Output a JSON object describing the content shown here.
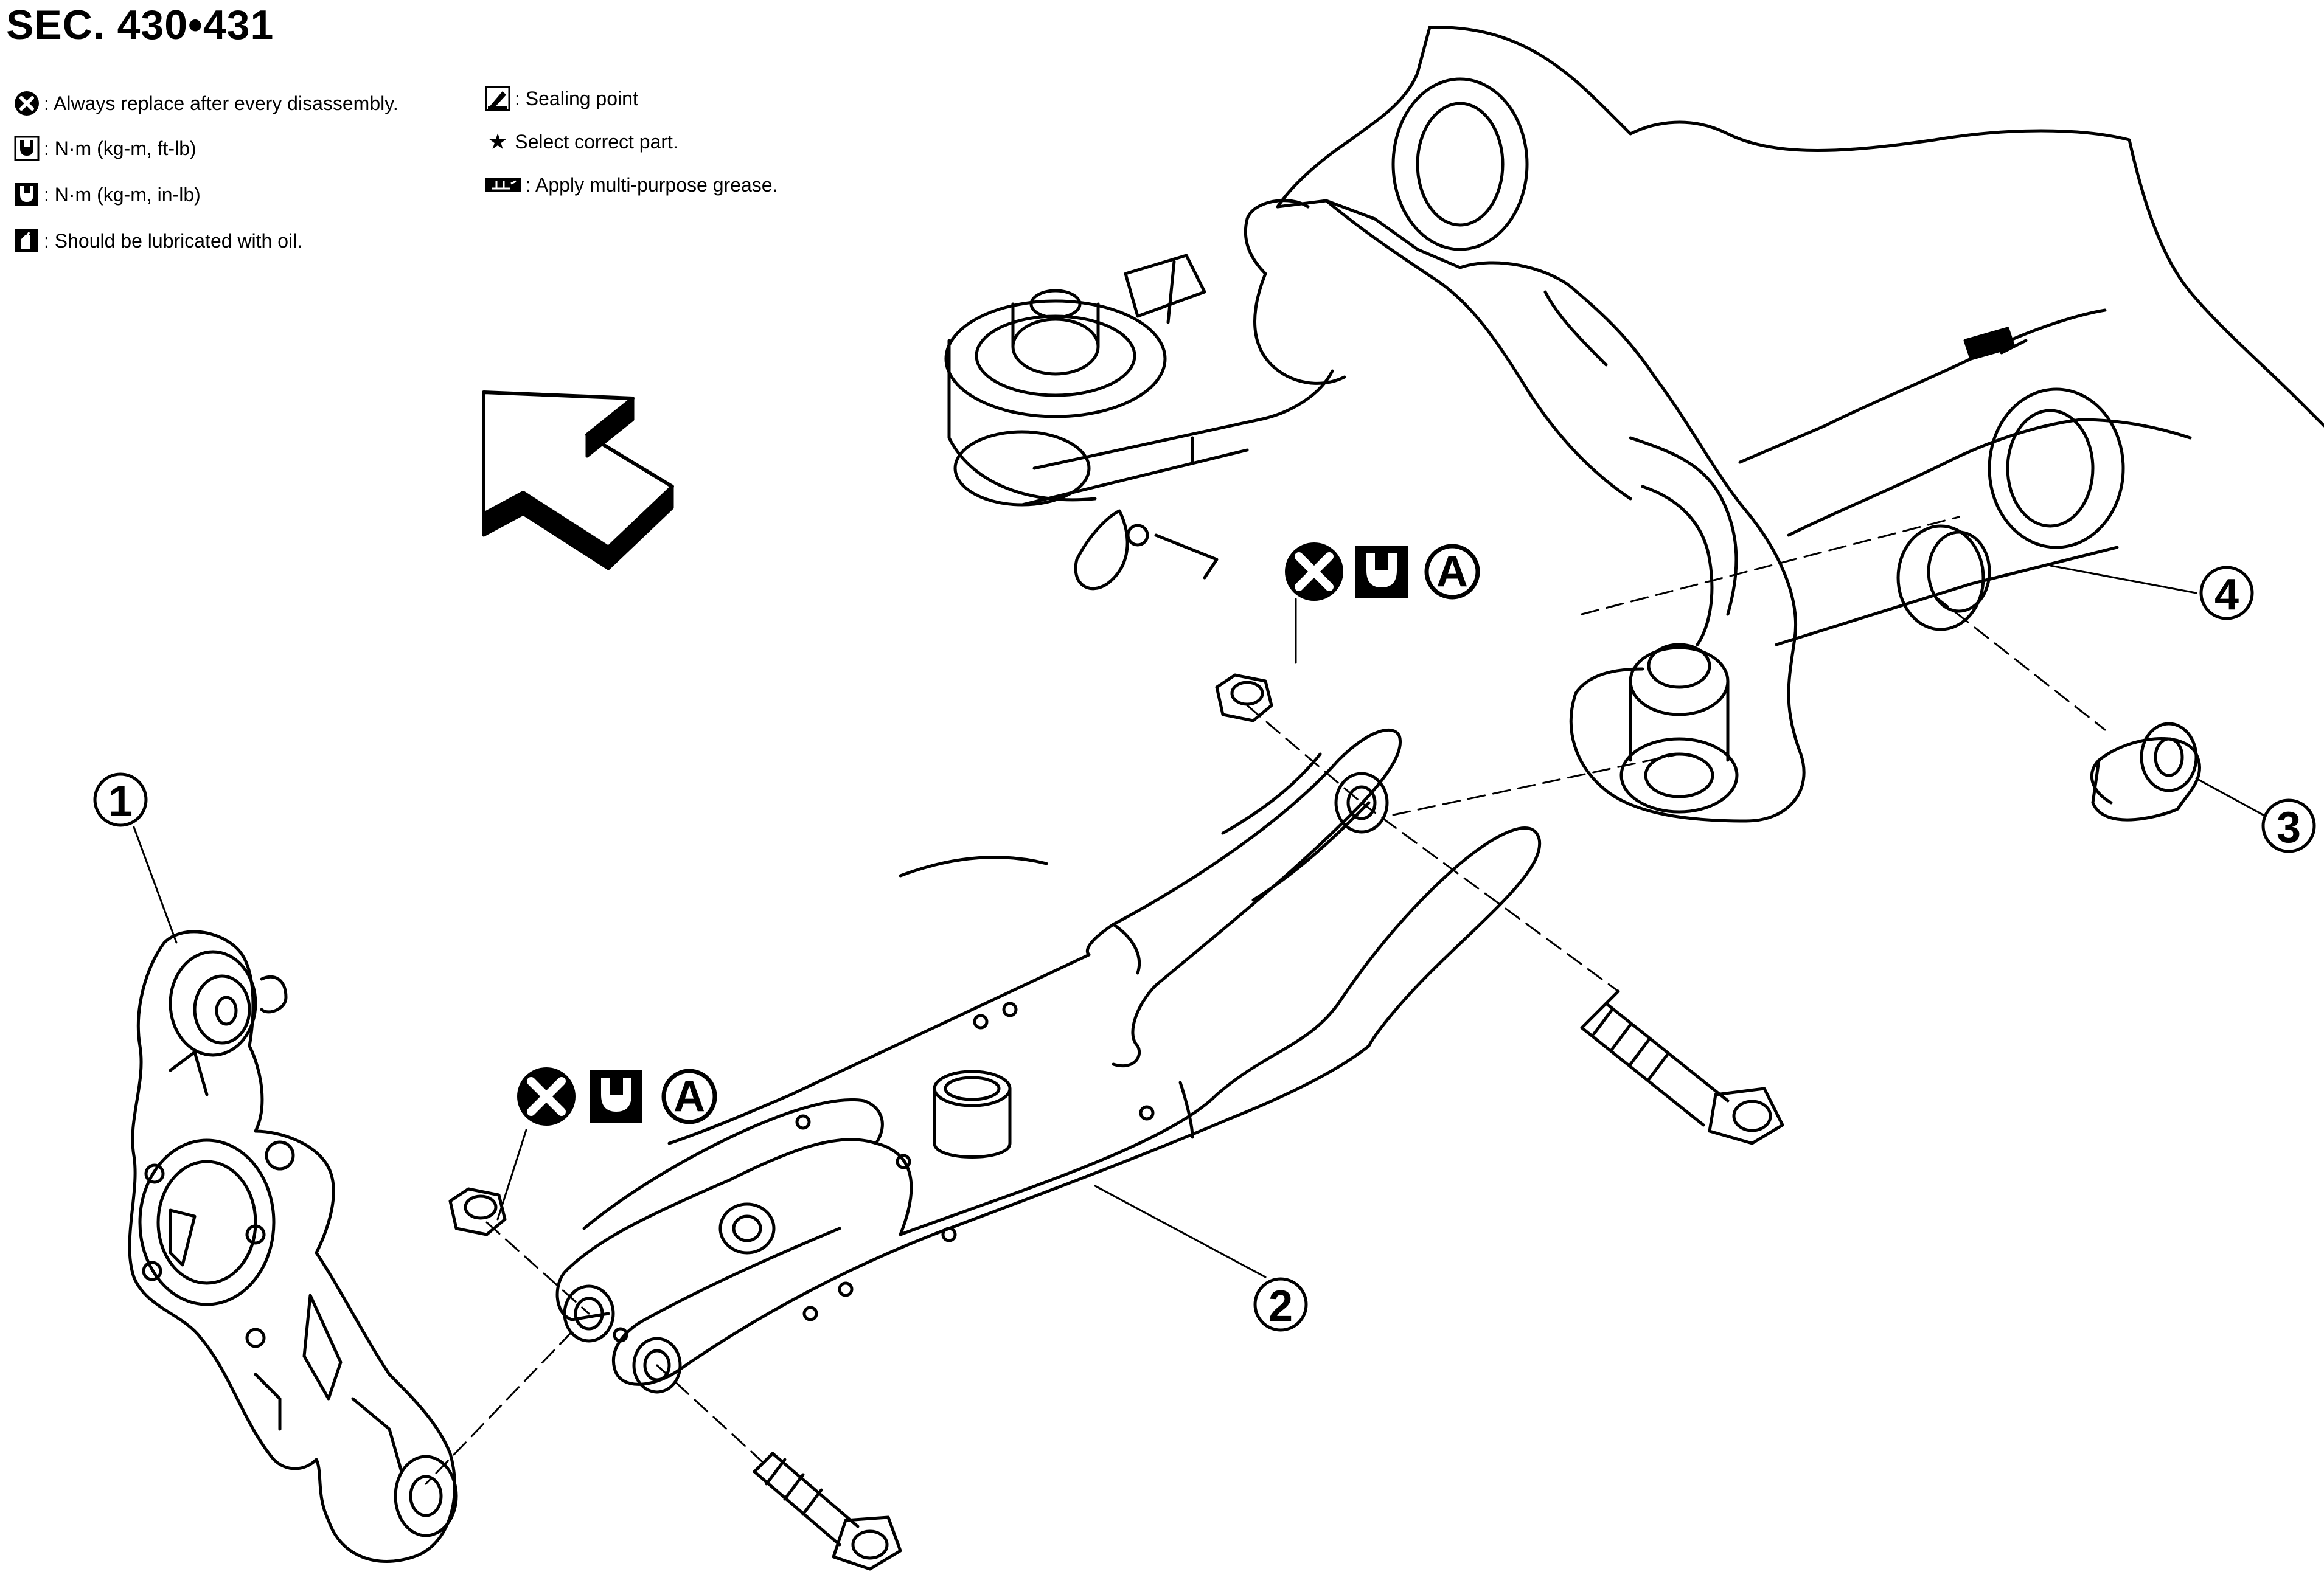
{
  "title": "SEC. 430•431",
  "legend": {
    "left": [
      {
        "icon": "replace-x-icon",
        "text": ": Always replace after every disassembly."
      },
      {
        "icon": "torque-wrench-icon",
        "text": ": N·m (kg-m, ft-lb)"
      },
      {
        "icon": "torque-wrench-small-icon",
        "text": ": N·m (kg-m, in-lb)"
      },
      {
        "icon": "oil-can-icon",
        "text": ": Should be lubricated with oil."
      }
    ],
    "right": [
      {
        "icon": "sealing-point-icon",
        "text": ": Sealing point"
      },
      {
        "icon": "star-icon",
        "text": "Select correct part."
      },
      {
        "icon": "grease-icon",
        "text": ": Apply multi-purpose grease."
      }
    ]
  },
  "callouts": {
    "c1": "1",
    "c2": "2",
    "c3": "3",
    "c4": "4"
  },
  "spec_labels": {
    "upper": "A",
    "lower": "A"
  },
  "star_glyph": "★"
}
